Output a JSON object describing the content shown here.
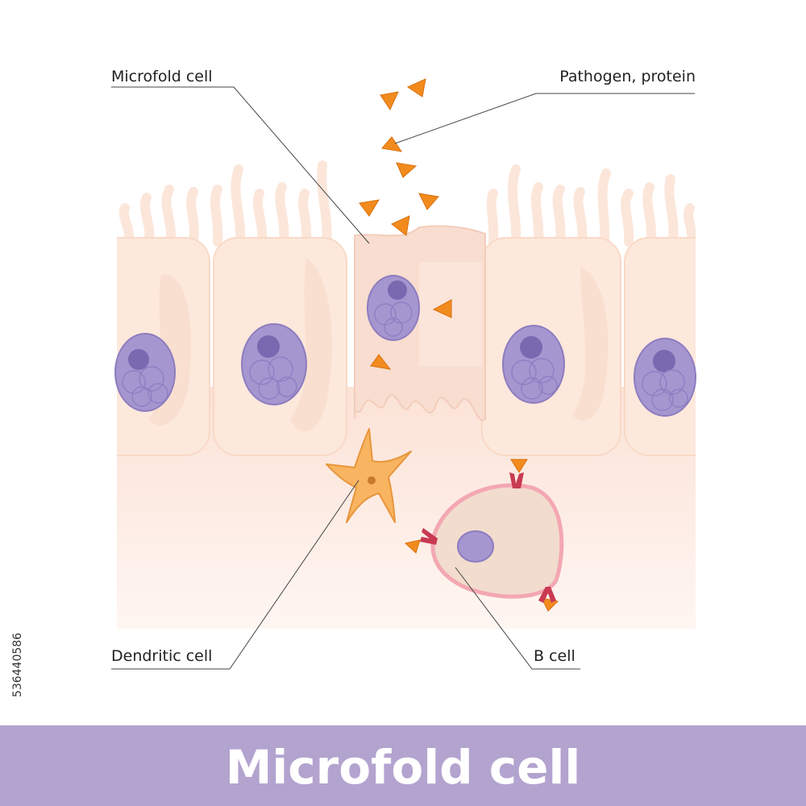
{
  "title": "Microfold cell",
  "labels": {
    "microfold_cell": "Microfold cell",
    "pathogen": "Pathogen, protein",
    "dendritic_cell": "Dendritic cell",
    "b_cell": "B cell"
  },
  "stock_id": "536440586",
  "colors": {
    "epithelium": "#fde8dc",
    "epithelium_dark": "#f7d9c8",
    "nucleus": "#a596d0",
    "nucleolus": "#7a68b0",
    "pathogen": "#f28b1e",
    "dendritic": "#f8b460",
    "bcell_membrane": "#f3a7b2",
    "bcell_fill": "#f2dccd",
    "receptor": "#c93a52",
    "title_bar": "#b3a3cf"
  }
}
